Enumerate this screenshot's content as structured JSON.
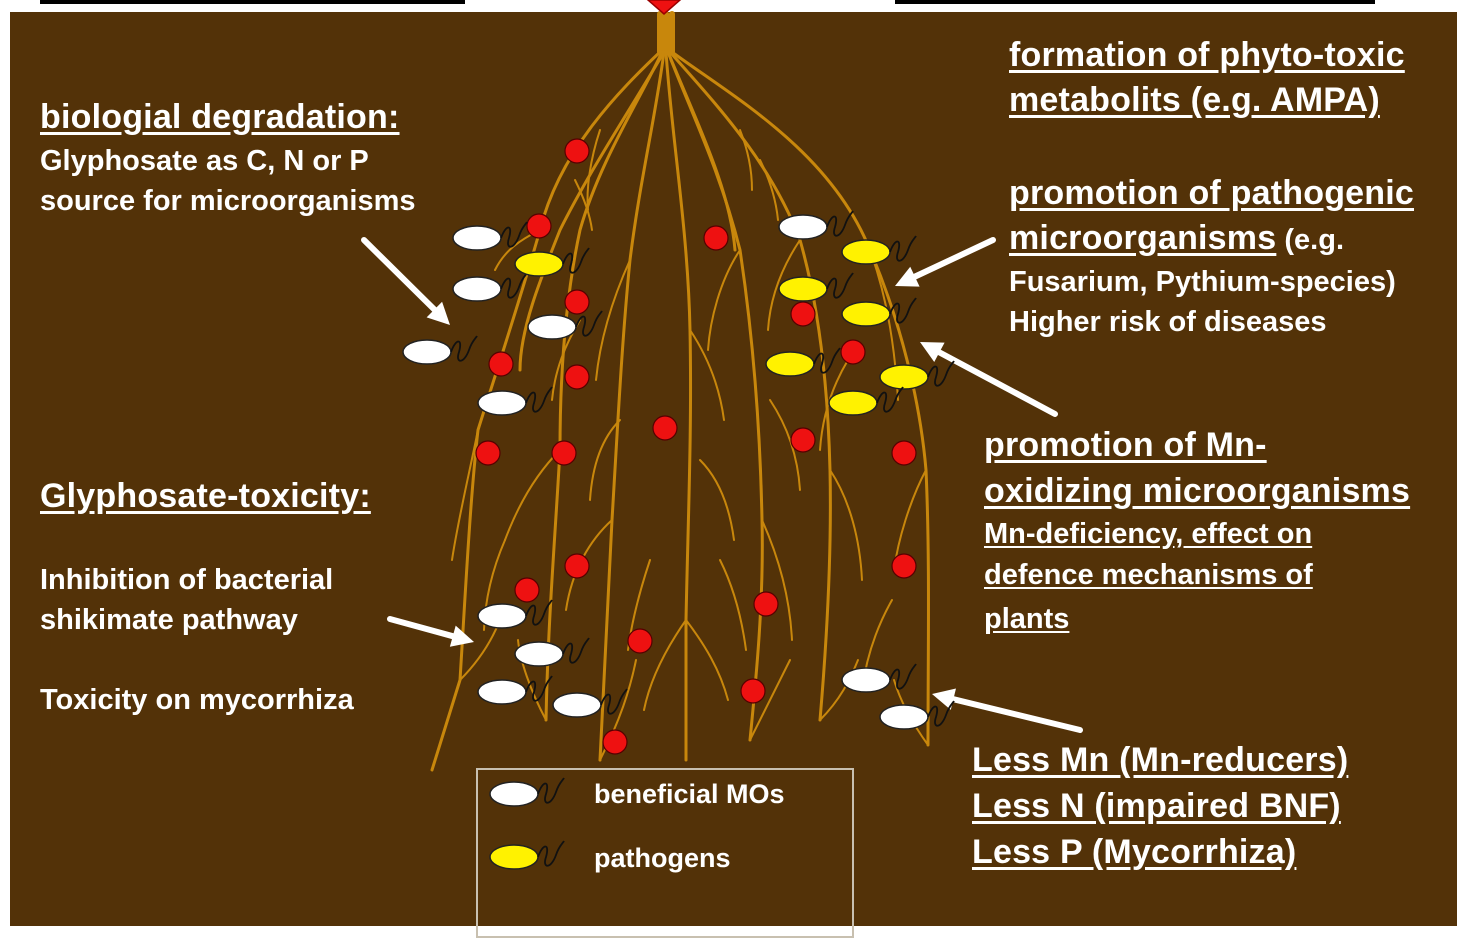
{
  "colors": {
    "soil": "#533208",
    "root": "#c8870c",
    "text": "#ffffff",
    "dot": "#ee1111",
    "beneficial": "#ffffff",
    "pathogen": "#fff200"
  },
  "left": {
    "degradation_title": "biologial degradation:",
    "degradation_line1": "Glyphosate as C, N or P",
    "degradation_line2": "source for microorganisms",
    "toxicity_title": "Glyphosate-toxicity:",
    "toxicity_line1": "Inhibition of bacterial",
    "toxicity_line2": "shikimate pathway",
    "toxicity_line3": "Toxicity on mycorrhiza"
  },
  "right": {
    "metabolits_line1": "formation of phyto-toxic",
    "metabolits_line2": "metabolits (e.g. AMPA)",
    "pathogenic_line1": "promotion of pathogenic",
    "pathogenic_line2": "microorganisms",
    "pathogenic_line2_suffix": " (e.g.",
    "pathogenic_line3": "Fusarium, Pythium-species)",
    "pathogenic_line4": "Higher risk of diseases",
    "mn_line1": "promotion of Mn-",
    "mn_line2": "oxidizing microorganisms",
    "mn_line3": "Mn-deficiency, effect on",
    "mn_line4": "defence mechanisms of",
    "mn_line5": "plants",
    "less_line1": "Less Mn (Mn-reducers)",
    "less_line2": "Less N (impaired BNF)",
    "less_line3": "Less P (Mycorrhiza)"
  },
  "legend": {
    "beneficial_label": "beneficial MOs",
    "pathogen_label": "pathogens"
  }
}
